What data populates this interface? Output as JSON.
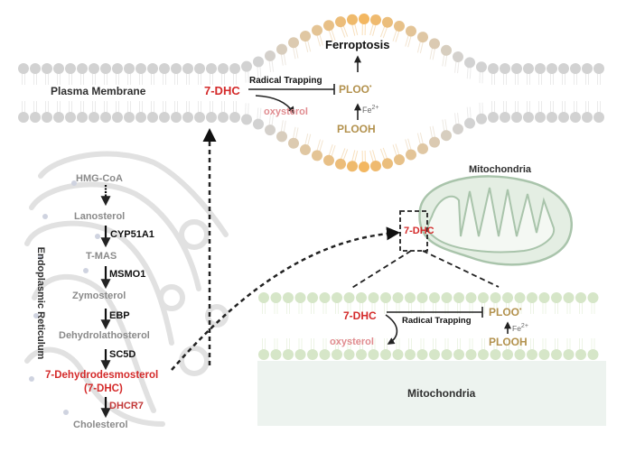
{
  "plasma_membrane": {
    "label": "Plasma Membrane",
    "dhc": "7-DHC",
    "radical_trapping": "Radical Trapping",
    "oxysterol": "oxysterol",
    "ploo": "PLOO",
    "ploo_dot": "•",
    "fe": "Fe",
    "fe_charge": "2+",
    "plooh": "PLOOH",
    "ferroptosis": "Ferroptosis"
  },
  "er": {
    "label": "Endoplasmic Reticulum",
    "pathway": [
      {
        "metabolite": "HMG-CoA",
        "enzyme": ""
      },
      {
        "metabolite": "Lanosterol",
        "enzyme": "CYP51A1"
      },
      {
        "metabolite": "T-MAS",
        "enzyme": "MSMO1"
      },
      {
        "metabolite": "Zymosterol",
        "enzyme": "EBP"
      },
      {
        "metabolite": "Dehydrolathosterol",
        "enzyme": "SC5D"
      },
      {
        "metabolite": "7-Dehydrodesmosterol",
        "enzyme": "DHCR7"
      },
      {
        "metabolite": "Cholesterol",
        "enzyme": ""
      }
    ],
    "dhc_abbrev": "(7-DHC)"
  },
  "mitochondria": {
    "title": "Mitochondria",
    "dhc": "7-DHC",
    "inset": {
      "dhc": "7-DHC",
      "radical_trapping": "Radical Trapping",
      "oxysterol": "oxysterol",
      "ploo": "PLOO",
      "ploo_dot": "•",
      "fe": "Fe",
      "fe_charge": "2+",
      "plooh": "PLOOH",
      "matrix_label": "Mitochondria"
    }
  },
  "colors": {
    "membrane_gray": "#d2d2d2",
    "membrane_orange": "#f3b760",
    "membrane_green": "#d6e6c8",
    "red": "#d42a2a",
    "gold": "#b3924e",
    "pink": "#e08b8f"
  }
}
